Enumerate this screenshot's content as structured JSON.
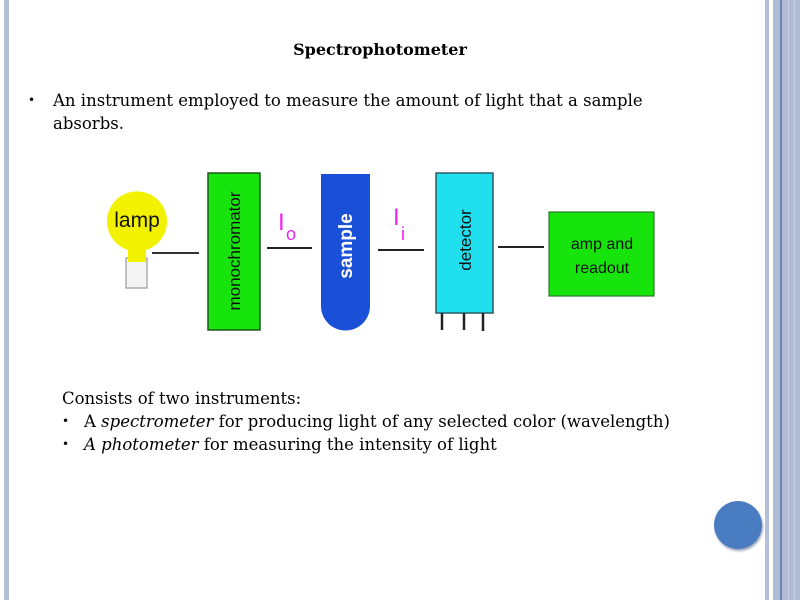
{
  "slide": {
    "title": "Spectrophotometer",
    "bullets": [
      {
        "line1": "An instrument employed to measure the amount of light that a sample",
        "line2": "absorbs."
      }
    ],
    "sub_heading": "Consists of two instruments:",
    "sub_bullets": [
      {
        "prefix": "A ",
        "emph": "spectrometer",
        "rest": " for producing light of any selected color (wavelength)"
      },
      {
        "prefix": "",
        "emph": "A photometer",
        "rest": " for measuring the intensity of light"
      }
    ],
    "bullet_glyph": "•"
  },
  "diagram": {
    "components": {
      "lamp": "lamp",
      "monochromator": "monochromator",
      "sample": "sample",
      "detector": "detector",
      "amp_line1": "amp and",
      "amp_line2": "readout"
    },
    "intensity_labels": {
      "incident_main": "I",
      "incident_sub": "o",
      "transmitted_main": "I",
      "transmitted_sub": "i"
    },
    "colors": {
      "lamp": "#f2f200",
      "monochromator": "#16e40c",
      "sample": "#1a4fd8",
      "detector": "#20e0f0",
      "amp": "#16e40c",
      "label_magenta": "#ee22ee"
    }
  },
  "navigation": {
    "next_button_icon": "circle-nav-icon"
  }
}
